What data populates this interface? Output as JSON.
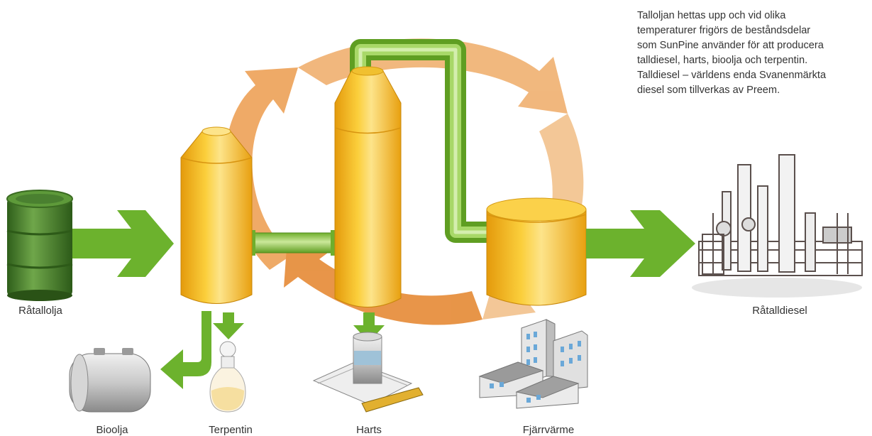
{
  "description": {
    "line1": "Talloljan hettas upp och vid olika",
    "line2": "temperaturer frigörs de beståndsdelar",
    "line3": "som SunPine använder för att producera",
    "line4": "talldiesel, harts, bioolja och terpentin.",
    "line5": "Talldiesel – världens enda Svanenmärkta",
    "line6": "diesel som tillverkas av Preem."
  },
  "labels": {
    "input": "Råtallolja",
    "output": "Råtalldiesel",
    "bioolja": "Bioolja",
    "terpentin": "Terpentin",
    "harts": "Harts",
    "fjarrvarme": "Fjärrvärme"
  },
  "colors": {
    "tank": "#f7b921",
    "tank_highlight": "#fde48a",
    "pipe": "#8cc63f",
    "arrow": "#6cb22d",
    "cycle": "#eda157",
    "barrel": "#4e8a2e",
    "factory": "#5b504d"
  }
}
